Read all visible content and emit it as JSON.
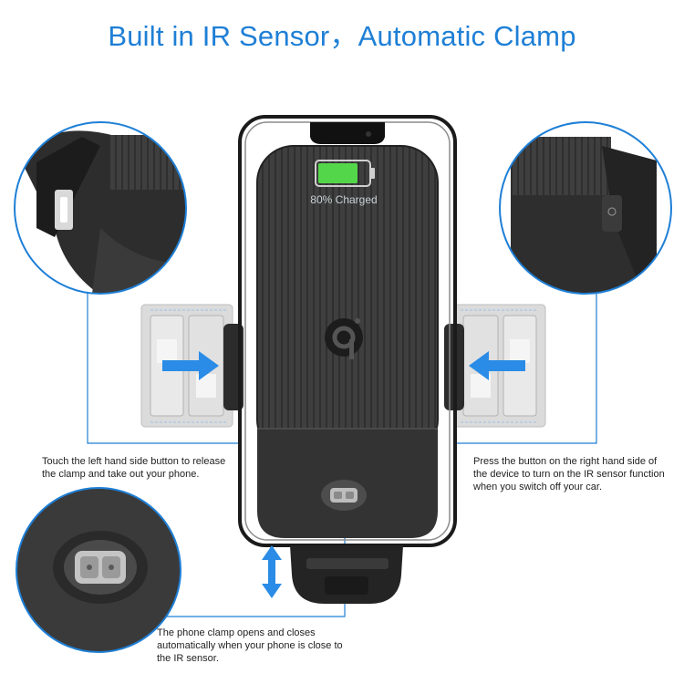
{
  "title": "Built in IR Sensor，Automatic Clamp",
  "battery": {
    "label": "80% Charged",
    "level": 0.8,
    "color": "#54d64a"
  },
  "annotations": {
    "left": "Touch the left hand side button to release the clamp and take out your phone.",
    "right": "Press the button on the right hand side of the device to turn on the IR sensor function when you switch off your car.",
    "bottom": "The phone clamp opens and closes automatically when your phone is close to the IR sensor."
  },
  "colors": {
    "accent": "#1e7fd6",
    "arrow": "#2a8ce6",
    "device": "#2b2b2b",
    "callout_line": "#1e7fd6"
  },
  "icons": {
    "qi": "qi-logo-icon",
    "battery": "battery-icon",
    "ir_sensor": "ir-sensor-icon"
  }
}
